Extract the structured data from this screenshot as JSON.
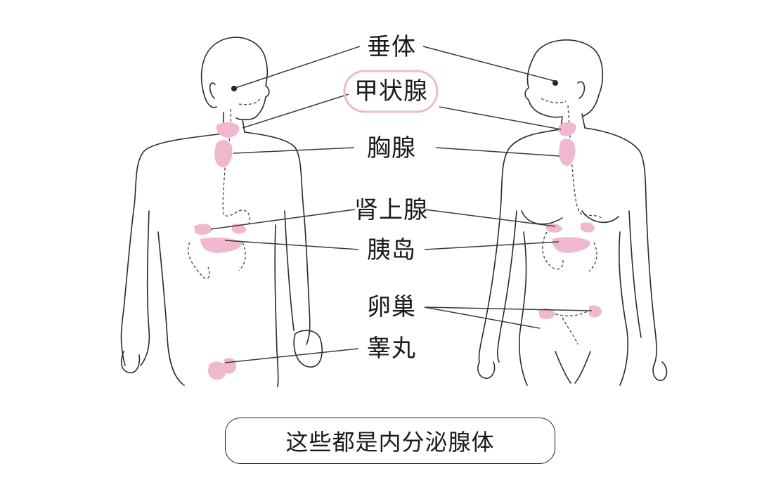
{
  "labels": {
    "pituitary": "垂体",
    "thyroid": "甲状腺",
    "thymus": "胸腺",
    "adrenal": "肾上腺",
    "islets": "胰岛",
    "ovary": "卵巢",
    "testis": "睾丸"
  },
  "caption": "这些都是内分泌腺体",
  "colors": {
    "gland": "#f0b8cf",
    "highlight": "#f0b8cf",
    "line": "#3a3a3a"
  }
}
